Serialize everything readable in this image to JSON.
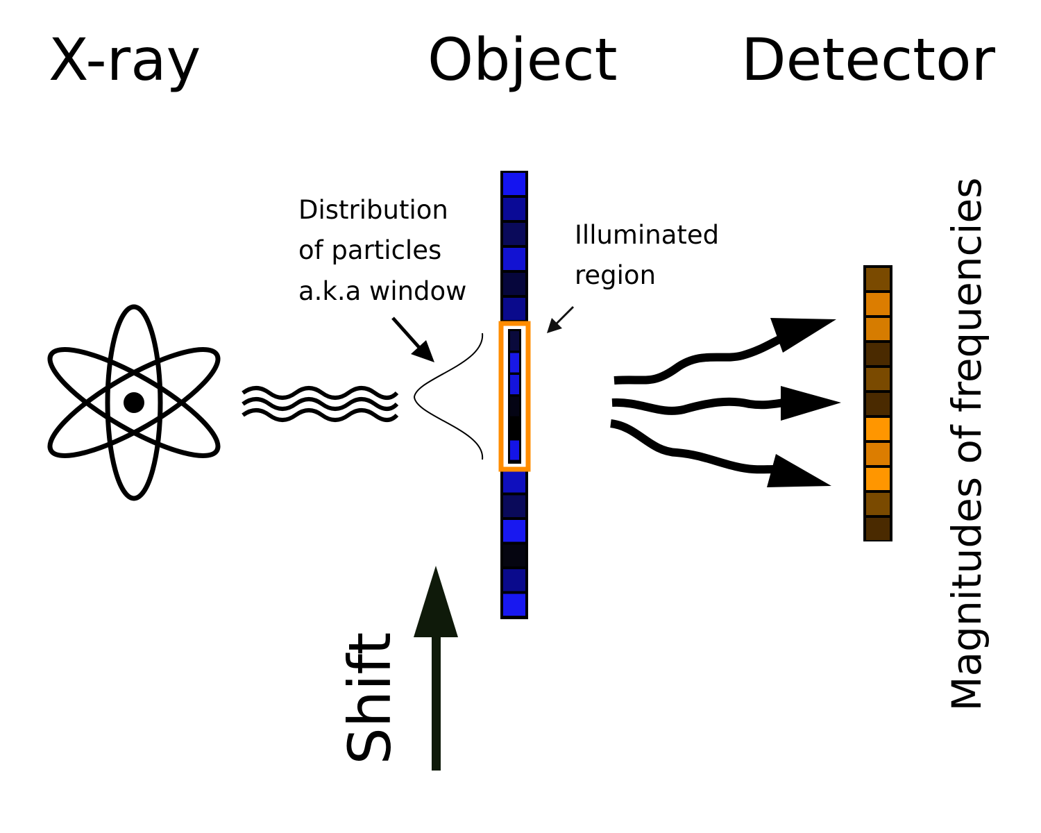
{
  "titles": {
    "xray": "X-ray",
    "object": "Object",
    "detector": "Detector"
  },
  "labels": {
    "window": [
      "Distribution",
      "of particles",
      "a.k.a window"
    ],
    "illuminated": [
      "Illuminated",
      "region"
    ],
    "shift": "Shift",
    "magnitudes": "Magnitudes of frequencies"
  },
  "icons": {
    "source": "atom-icon",
    "beam": "wave-lines-icon",
    "window_curve": "gaussian-window-curve",
    "scattered": "scattered-wave-arrows-icon",
    "shift": "up-arrow-icon"
  },
  "colors": {
    "object_cells": [
      "#1414f0",
      "#0a0a96",
      "#0a0a5a",
      "#1212d2",
      "#06063c",
      "#0a0a8c",
      "#0a0a3c",
      "#1818e6",
      "#1414dc",
      "#040414",
      "#000000",
      "#1414e6",
      "#0f0fbe",
      "#0a0a5a",
      "#1818f0",
      "#050510",
      "#0a0a8c",
      "#1818f0"
    ],
    "illuminated_frame": "#ff8c00",
    "detector_cells": [
      "#7a4a00",
      "#dc7d00",
      "#d67c00",
      "#4a2a00",
      "#7a4a00",
      "#4a2a00",
      "#ff9600",
      "#dc7d00",
      "#ff9600",
      "#7a4a00",
      "#4a2a00"
    ],
    "shift_arrow": "#0f1a0a"
  }
}
